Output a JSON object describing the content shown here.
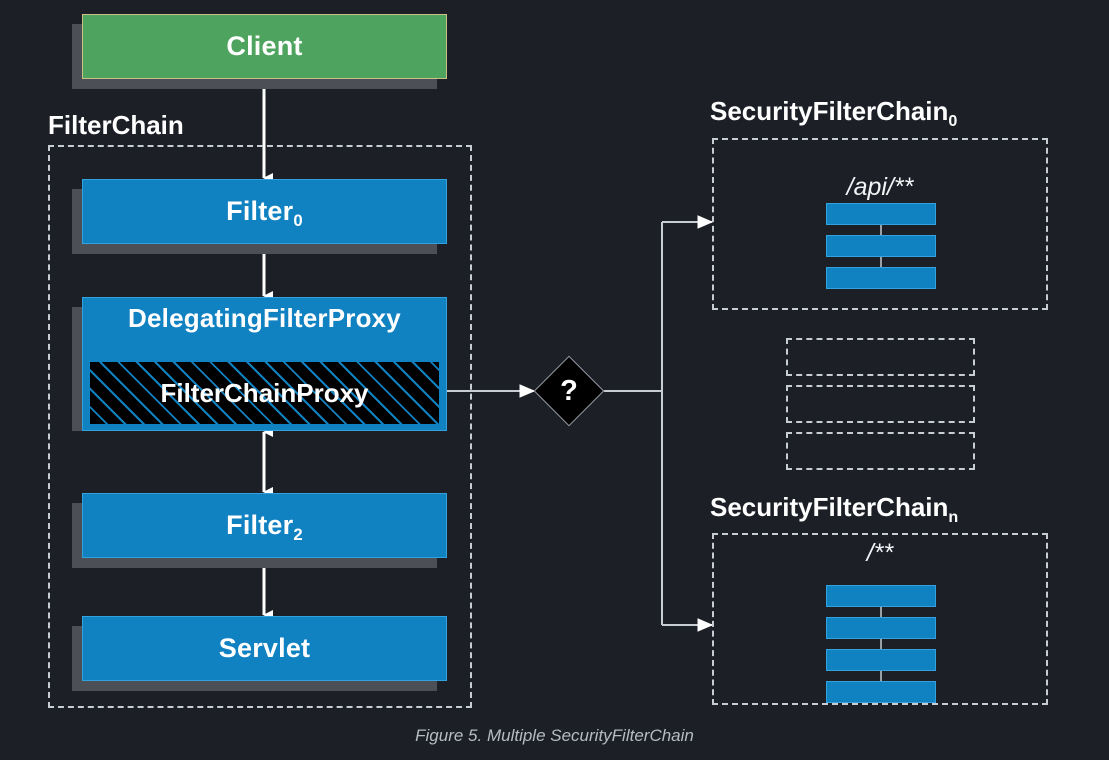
{
  "figure": {
    "caption": "Figure 5. Multiple SecurityFilterChain",
    "background_color": "#1c1f26"
  },
  "colors": {
    "blue_fill": "#1081c1",
    "blue_border": "#34a3dd",
    "green_fill": "#4ea45e",
    "green_border": "#c9c185",
    "shadow": "#4c4f55",
    "dashed_border": "#c8cdd4",
    "wire": "#c8cdd4",
    "black_fill": "#000000",
    "caption_text": "#b6bcc4"
  },
  "client": {
    "label": "Client"
  },
  "filter_chain": {
    "caption": "FilterChain",
    "nodes": [
      {
        "label": "Filter",
        "sub": "0"
      },
      {
        "label": "DelegatingFilterProxy",
        "sub": ""
      },
      {
        "label": "Filter",
        "sub": "2"
      },
      {
        "label": "Servlet",
        "sub": ""
      }
    ],
    "inner_proxy": {
      "label": "FilterChainProxy"
    }
  },
  "decision": {
    "label": "?"
  },
  "security_chains": [
    {
      "caption": "SecurityFilterChain",
      "caption_sub": "0",
      "pattern": "/api/**",
      "filter_count": 3
    },
    {
      "caption": "SecurityFilterChain",
      "caption_sub": "n",
      "pattern": "/**",
      "filter_count": 4
    }
  ],
  "ellipsis_placeholders": {
    "count": 3,
    "label": ""
  }
}
